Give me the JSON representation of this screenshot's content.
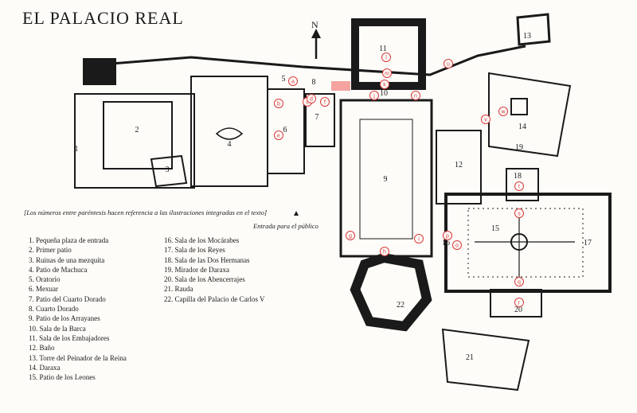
{
  "title": "EL PALACIO REAL",
  "north": "N",
  "note": "[Los números entre paréntesis hacen referencia a las ilustraciones integradas en el texto]",
  "entrance": "Entrada para el público",
  "legend_left": [
    "1. Pequeña plaza de entrada",
    "2. Primer patio",
    "3. Ruinas de una mezquita",
    "4. Patio de Machuca",
    "5. Oratorio",
    "6. Mexuar",
    "7. Patio del Cuarto Dorado",
    "8. Cuarto Dorado",
    "9. Patio de los Arrayanes",
    "10. Sala de la Barca",
    "11. Sala de los Embajadores",
    "12. Baño",
    "13. Torre del Peinador de la Reina",
    "14. Daraxa",
    "15. Patio de los Leones"
  ],
  "legend_right": [
    "16. Sala de los Mocárabes",
    "17. Sala de los Reyes",
    "18. Sala de las Dos Hermanas",
    "19. Mirador de Daraxa",
    "20. Sala de los Abencerrajes",
    "21. Rauda",
    "22. Capilla del Palacio de Carlos V"
  ],
  "numbers": [
    "1",
    "2",
    "3",
    "4",
    "5",
    "6",
    "7",
    "8",
    "9",
    "10",
    "11",
    "12",
    "13",
    "14",
    "15",
    "16",
    "17",
    "18",
    "19",
    "20",
    "21",
    "22"
  ],
  "photo_markers": [
    "a",
    "b",
    "c",
    "d",
    "e",
    "f",
    "g",
    "h",
    "i",
    "j",
    "k",
    "l",
    "m",
    "n",
    "o",
    "p",
    "q",
    "r",
    "s",
    "t",
    "u",
    "v",
    "w"
  ],
  "colors": {
    "ink": "#1a1a1a",
    "marker": "#d9383a",
    "highlight": "#f4a3a0",
    "paper": "#fdfcf8"
  }
}
